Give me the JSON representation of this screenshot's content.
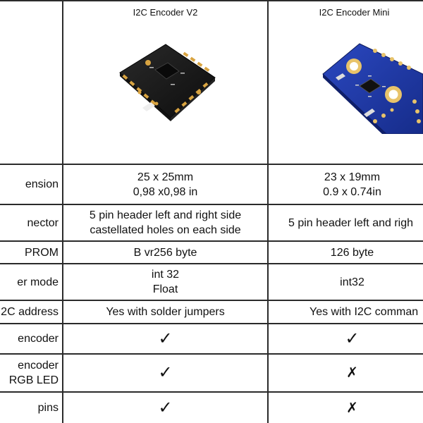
{
  "columns": [
    "I2C Encoder V2",
    "I2C Encoder Mini"
  ],
  "rows": [
    {
      "label": [
        "ension"
      ],
      "v2": [
        "25 x 25mm",
        "0,98 x0,98 in"
      ],
      "mini": [
        "23 x 19mm",
        "0.9 x 0.74in"
      ]
    },
    {
      "label": [
        "nector"
      ],
      "v2": [
        "5 pin header left and right side",
        "castellated holes on each side"
      ],
      "mini": [
        "5 pin header left and righ"
      ]
    },
    {
      "label": [
        "PROM"
      ],
      "v2": [
        "B vr256 byte"
      ],
      "mini": [
        "126 byte"
      ]
    },
    {
      "label": [
        "er mode"
      ],
      "v2": [
        "int 32",
        "Float"
      ],
      "mini": [
        "int32"
      ]
    },
    {
      "label": [
        "2C address"
      ],
      "v2": [
        "Yes with solder jumpers"
      ],
      "mini": [
        "Yes with I2C comman"
      ]
    },
    {
      "label": [
        "encoder"
      ],
      "v2": [
        "check"
      ],
      "mini": [
        "check"
      ]
    },
    {
      "label": [
        "encoder",
        "RGB LED"
      ],
      "v2": [
        "check"
      ],
      "mini": [
        "cross"
      ]
    },
    {
      "label": [
        "pins"
      ],
      "v2": [
        "check"
      ],
      "mini": [
        "cross"
      ]
    }
  ],
  "icons": {
    "check": "check-mark-icon",
    "cross": "cross-mark-icon"
  },
  "colors": {
    "grid": "#2b2b2b",
    "v2_board": "#1b1b1b",
    "mini_board": "#1f3aa8",
    "gold": "#d9a441"
  }
}
